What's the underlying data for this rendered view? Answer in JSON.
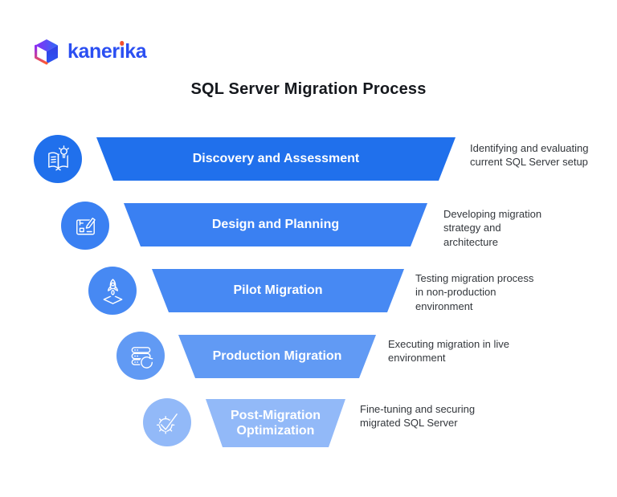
{
  "brand": {
    "part1": "kaner",
    "part_i": "i",
    "part2": "ka",
    "dot_color": "#f4502e",
    "wordmark_color": "#2b4ff2"
  },
  "title": "SQL Server Migration Process",
  "stages": [
    {
      "label": "Discovery and Assessment",
      "description": "Identifying and evaluating current SQL Server setup",
      "color": "#2070ec",
      "icon": "book-lightbulb-icon"
    },
    {
      "label": "Design and Planning",
      "description": "Developing migration strategy and architecture",
      "color": "#3a80f2",
      "icon": "blueprint-pencil-icon"
    },
    {
      "label": "Pilot Migration",
      "description": "Testing migration process in non-production environment",
      "color": "#4789f3",
      "icon": "rocket-launch-icon"
    },
    {
      "label": "Production Migration",
      "description": "Executing migration in live environment",
      "color": "#619af4",
      "icon": "server-sync-icon"
    },
    {
      "label": "Post-Migration Optimization",
      "description": "Fine-tuning and securing migrated SQL Server",
      "color": "#92b9f8",
      "icon": "gear-check-icon"
    }
  ]
}
